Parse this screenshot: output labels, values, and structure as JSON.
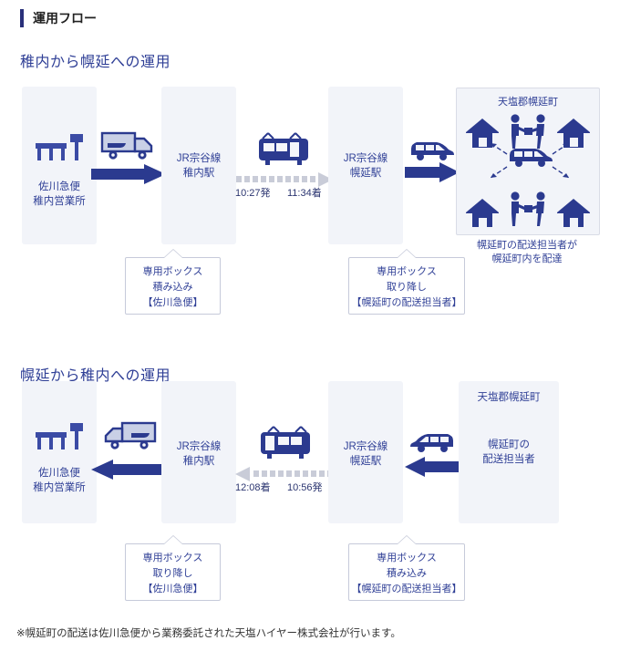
{
  "page": {
    "title": "運用フロー",
    "footnote": "※幌延町の配送は佐川急便から業務委託された天塩ハイヤー株式会社が行います。",
    "accent_color": "#29307a",
    "text_color": "#2f3f96",
    "box_fill": "#f2f4f9",
    "arrow_color": "#2b3a8f",
    "dotted_arrow_color": "#c9ccd8"
  },
  "sections": [
    {
      "heading": "稚内から幌延への運用",
      "nodes": {
        "depot": {
          "line1": "佐川急便",
          "line2": "稚内営業所",
          "icon": "depot-icon"
        },
        "station_a": {
          "line1": "JR宗谷線",
          "line2": "稚内駅"
        },
        "station_b": {
          "line1": "JR宗谷線",
          "line2": "幌延駅"
        },
        "town": {
          "title": "天塩郡幌延町",
          "caption_line1": "幌延町の配送担当者が",
          "caption_line2": "幌延町内を配達"
        }
      },
      "transit": {
        "truck_icon": "truck-icon",
        "train_icon": "train-icon",
        "van_icon": "van-icon",
        "depart_label": "10:27発",
        "arrive_label": "11:34着"
      },
      "callouts": [
        {
          "line1": "専用ボックス",
          "line2": "積み込み",
          "line3": "【佐川急便】"
        },
        {
          "line1": "専用ボックス",
          "line2": "取り降し",
          "line3": "【幌延町の配送担当者】"
        }
      ]
    },
    {
      "heading": "幌延から稚内への運用",
      "nodes": {
        "depot": {
          "line1": "佐川急便",
          "line2": "稚内営業所",
          "icon": "depot-icon"
        },
        "station_a": {
          "line1": "JR宗谷線",
          "line2": "稚内駅"
        },
        "station_b": {
          "line1": "JR宗谷線",
          "line2": "幌延駅"
        },
        "town": {
          "title": "天塩郡幌延町",
          "line1": "幌延町の",
          "line2": "配送担当者"
        }
      },
      "transit": {
        "truck_icon": "truck-icon",
        "train_icon": "train-icon",
        "van_icon": "van-icon",
        "arrive_label": "12:08着",
        "depart_label": "10:56発"
      },
      "callouts": [
        {
          "line1": "専用ボックス",
          "line2": "取り降し",
          "line3": "【佐川急便】"
        },
        {
          "line1": "専用ボックス",
          "line2": "積み込み",
          "line3": "【幌延町の配送担当者】"
        }
      ]
    }
  ]
}
